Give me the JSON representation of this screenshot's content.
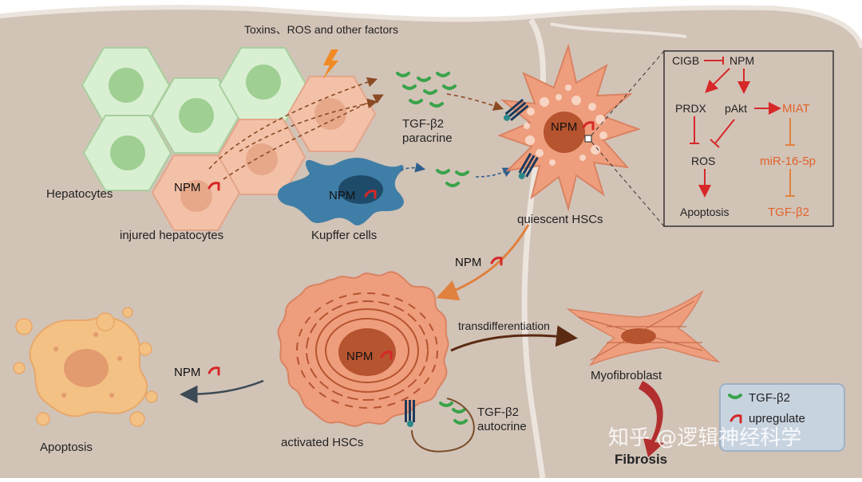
{
  "labels": {
    "toxins": "Toxins、ROS and other factors",
    "hepatocytes": "Hepatocytes",
    "injured_hepatocytes": "injured hepatocytes",
    "kupffer": "Kupffer cells",
    "tgf_paracrine_1": "TGF-β2",
    "tgf_paracrine_2": "paracrine",
    "quiescent": "quiescent HSCs",
    "activated": "activated HSCs",
    "tgf_autocrine_1": "TGF-β2",
    "tgf_autocrine_2": "autocrine",
    "transdiff": "transdifferentiation",
    "myofibroblast": "Myofibroblast",
    "fibrosis": "Fibrosis",
    "apoptosis": "Apoptosis",
    "npm": "NPM"
  },
  "pathway": {
    "cigb": "CIGB",
    "npm": "NPM",
    "prdx": "PRDX",
    "pakt": "pAkt",
    "miat": "MIAT",
    "ros": "ROS",
    "mir": "miR-16-5p",
    "apoptosis": "Apoptosis",
    "tgf": "TGF-β2"
  },
  "legend": {
    "tgf": "TGF-β2",
    "upregulate": "upregulate"
  },
  "watermark": "知乎 @逻辑神经科学",
  "colors": {
    "liver": "#d2c3b7",
    "liver_edge": "#ece5de",
    "hepatocyte": "#d9efd2",
    "injured": "#f3c1a8",
    "kupffer": "#3f7ea6",
    "hsc": "#ee9e7d",
    "nucleus": "#b6542f",
    "apoptotic": "#f3c184",
    "tgf": "#3aa34a",
    "upregulate": "#d62828",
    "accent": "#e0632a"
  }
}
